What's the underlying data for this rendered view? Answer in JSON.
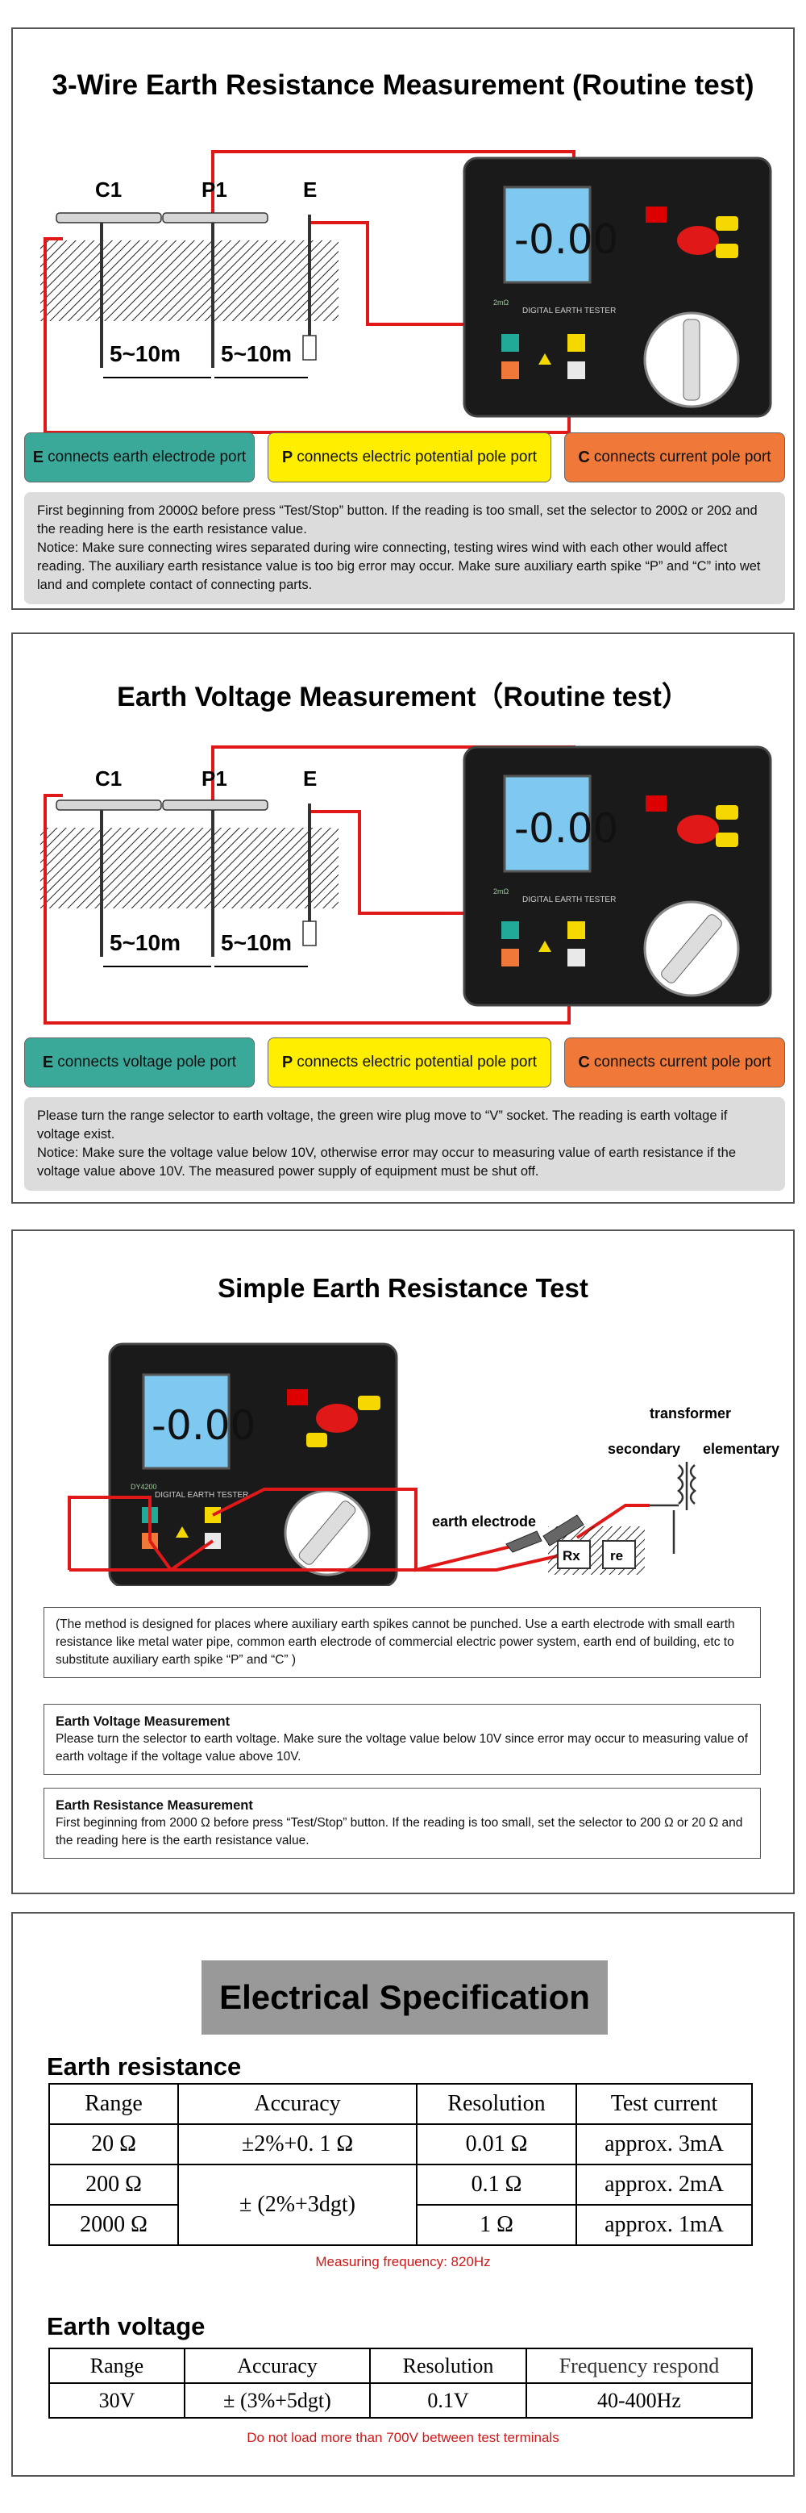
{
  "section1": {
    "title": "3-Wire Earth Resistance Measurement (Routine test)",
    "labels": {
      "c1": "C1",
      "p1": "P1",
      "e": "E",
      "dist1": "5~10m",
      "dist2": "5~10m"
    },
    "lcd": "-0.00",
    "device": {
      "brand": "2mΩ",
      "model": "DIGITAL EARTH TESTER"
    },
    "legend": [
      {
        "key": "E",
        "text": "connects earth electrode port"
      },
      {
        "key": "P",
        "text": "connects electric potential pole port"
      },
      {
        "key": "C",
        "text": "connects current pole port"
      }
    ],
    "notice": [
      "First beginning from 2000Ω before press “Test/Stop” button. If the reading is too small, set the selector to 200Ω or 20Ω and the reading here is the earth resistance value.",
      "Notice: Make sure connecting wires separated during wire connecting, testing wires wind with each other would affect reading. The auxiliary earth resistance value is too big error may occur. Make sure auxiliary earth spike “P” and “C” into wet land and complete contact of connecting parts."
    ]
  },
  "section2": {
    "title": "Earth Voltage Measurement（Routine test）",
    "labels": {
      "c1": "C1",
      "p1": "P1",
      "e": "E",
      "dist1": "5~10m",
      "dist2": "5~10m"
    },
    "lcd": "-0.00",
    "device": {
      "brand": "2mΩ",
      "model": "DIGITAL EARTH TESTER"
    },
    "legend": [
      {
        "key": "E",
        "text": "connects voltage pole port"
      },
      {
        "key": "P",
        "text": "connects electric potential pole port"
      },
      {
        "key": "C",
        "text": "connects current pole port"
      }
    ],
    "notice": [
      "Please turn the range selector to earth voltage, the green wire plug move to “V” socket. The reading is earth voltage if voltage exist.",
      "Notice: Make sure the voltage value below 10V, otherwise error may occur to measuring value of earth resistance if the voltage value above 10V. The measured power supply of equipment must be shut off."
    ]
  },
  "section3": {
    "title": "Simple Earth Resistance Test",
    "lcd": "-0.00",
    "device": {
      "brand": "DY4200",
      "model": "DIGITAL EARTH TESTER"
    },
    "diagram": {
      "transformer": "transformer",
      "secondary": "secondary",
      "elementary": "elementary",
      "earth_electrode": "earth electrode",
      "rx": "Rx",
      "re": "re"
    },
    "intro": "(The method is designed for places where auxiliary earth spikes cannot be punched. Use a earth electrode with small earth resistance like metal water pipe, common earth electrode of commercial electric power system, earth end of building, etc to substitute auxiliary earth spike  “P”  and  “C” )",
    "voltage": {
      "title": "Earth Voltage Measurement",
      "text": "Please turn the selector to earth voltage. Make sure the voltage value below 10V since error may occur to measuring value of earth voltage if the voltage value above 10V."
    },
    "resistance": {
      "title": "Earth Resistance Measurement",
      "text": "First beginning from 2000 Ω before press  “Test/Stop”  button. If the reading is too small, set the selector to 200 Ω  or 20 Ω and the reading here is the earth resistance value."
    }
  },
  "section4": {
    "title": "Electrical Specification",
    "resistance": {
      "heading": "Earth resistance",
      "headers": [
        "Range",
        "Accuracy",
        "Resolution",
        "Test current"
      ],
      "rows": [
        {
          "range": "20 Ω",
          "accuracy": "±2%+0. 1 Ω",
          "resolution": "0.01 Ω",
          "current": "approx. 3mA"
        },
        {
          "range": "200 Ω",
          "accuracy": "± (2%+3dgt)",
          "resolution": "0.1 Ω",
          "current": "approx. 2mA"
        },
        {
          "range": "2000 Ω",
          "accuracy": "",
          "resolution": "1 Ω",
          "current": "approx. 1mA"
        }
      ],
      "note": "Measuring frequency: 820Hz"
    },
    "voltage": {
      "heading": "Earth voltage",
      "headers": [
        "Range",
        "Accuracy",
        "Resolution",
        "Frequency respond"
      ],
      "rows": [
        {
          "range": "30V",
          "accuracy": "± (3%+5dgt)",
          "resolution": "0.1V",
          "freq": "40-400Hz"
        }
      ],
      "note": "Do not load more than 700V between test terminals"
    }
  },
  "colors": {
    "wire_red": "#e01818",
    "legend_e": "#3aa99a",
    "legend_p": "#ffee00",
    "legend_c": "#f07838",
    "lcd": "#7fc8f0",
    "notice_bg": "#dcdcdc",
    "spec_title_bg": "#999999",
    "note_red": "#d01818"
  }
}
